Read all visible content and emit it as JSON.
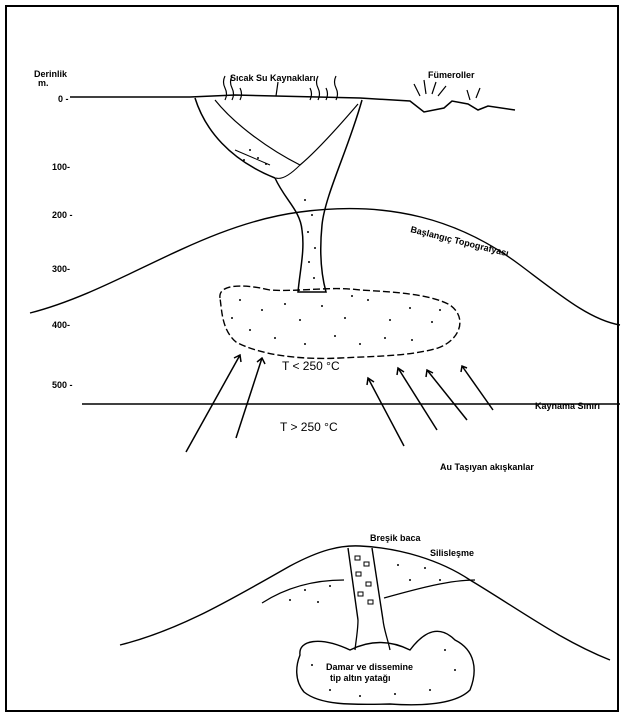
{
  "axis": {
    "title_line1": "Derinlik",
    "title_line2": "m.",
    "ticks": [
      "0 -",
      "100-",
      "200 -",
      "300-",
      "400-",
      "500 -"
    ]
  },
  "upper": {
    "hot_springs": "Sıcak Su Kaynakları",
    "fumaroles": "Fümeroller",
    "paleo_topography": "Başlangıç Topografyası",
    "boiling_line": "Kaynama Sınırı",
    "temp_below": "T < 250 °C",
    "temp_above": "T   > 250 °C",
    "fluids": "Au Taşıyan akışkanlar"
  },
  "lower": {
    "breccia_pipe": "Breşik baca",
    "silicification": "Silisleşme",
    "vein_line1": "Damar ve dissemine",
    "vein_line2": "tip altın yatağı"
  },
  "colors": {
    "ink": "#000000",
    "background": "#ffffff"
  }
}
